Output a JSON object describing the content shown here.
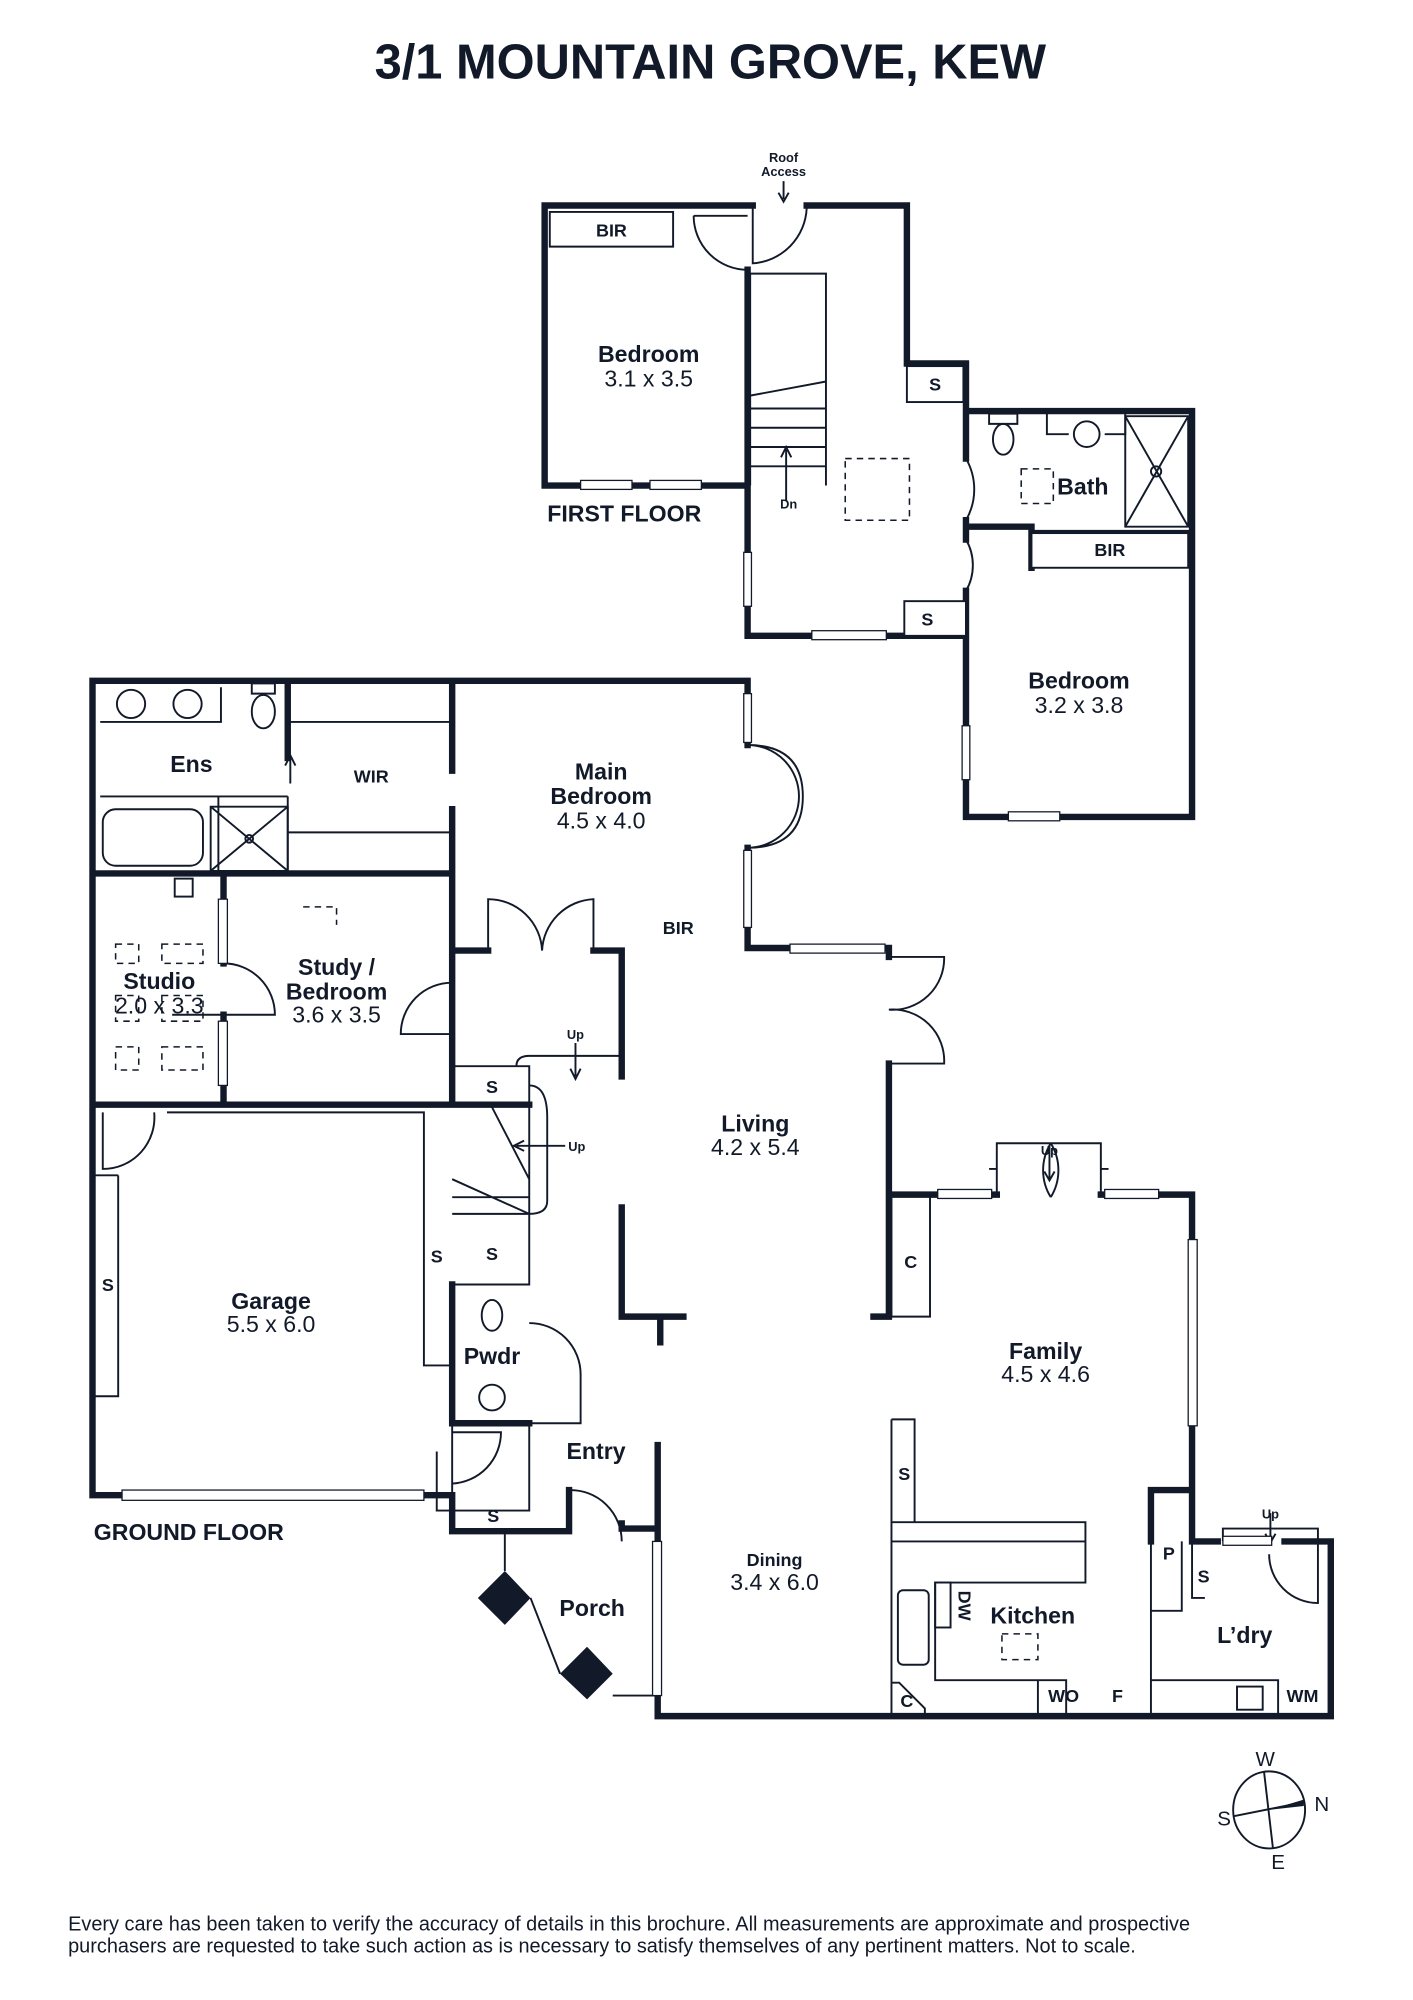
{
  "title": "3/1 MOUNTAIN GROVE, KEW",
  "first_floor": {
    "label": "FIRST FLOOR",
    "roof_access": [
      "Roof",
      "Access"
    ],
    "rooms": {
      "bedroom1": {
        "name": "Bedroom",
        "dims": "3.1 x 3.5"
      },
      "bedroom2": {
        "name": "Bedroom",
        "dims": "3.2 x 3.8"
      },
      "bath": {
        "name": "Bath"
      }
    },
    "fixtures": {
      "bir1": "BIR",
      "bir2": "BIR",
      "s1": "S",
      "s2": "S",
      "dn": "Dn"
    }
  },
  "ground_floor": {
    "label": "GROUND FLOOR",
    "rooms": {
      "ens": {
        "name": "Ens"
      },
      "wir": {
        "name": "WIR"
      },
      "main_bedroom": {
        "name1": "Main",
        "name2": "Bedroom",
        "dims": "4.5 x 4.0"
      },
      "studio": {
        "name": "Studio",
        "dims": "2.0 x 3.3"
      },
      "study": {
        "name1": "Study /",
        "name2": "Bedroom",
        "dims": "3.6 x 3.5"
      },
      "living": {
        "name": "Living",
        "dims": "4.2 x 5.4"
      },
      "garage": {
        "name": "Garage",
        "dims": "5.5 x 6.0"
      },
      "pwdr": {
        "name": "Pwdr"
      },
      "entry": {
        "name": "Entry"
      },
      "porch": {
        "name": "Porch"
      },
      "dining": {
        "name": "Dining",
        "dims": "3.4 x 6.0"
      },
      "family": {
        "name": "Family",
        "dims": "4.5 x 4.6"
      },
      "kitchen": {
        "name": "Kitchen"
      },
      "laundry": {
        "name": "L’dry"
      }
    },
    "fixtures": {
      "bir": "BIR",
      "up1": "Up",
      "up2": "Up",
      "up3": "Up",
      "up4": "Up",
      "s_stair1": "S",
      "s_stair2": "S",
      "s_garage_left": "S",
      "s_garage_right": "S",
      "s_entry": "S",
      "s_kitchen": "S",
      "s_laundry": "S",
      "c_family": "C",
      "c_kitchen": "C",
      "dw": "DW",
      "wo": "WO",
      "f": "F",
      "p": "P",
      "wm": "WM"
    }
  },
  "compass": {
    "w": "W",
    "n": "N",
    "s": "S",
    "e": "E"
  },
  "disclaimer": [
    "Every care has been taken to verify the accuracy of details in this brochure. All measurements are approximate and prospective",
    "purchasers are requested to take such action as is necessary to satisfy themselves of any pertinent matters. Not to scale."
  ]
}
